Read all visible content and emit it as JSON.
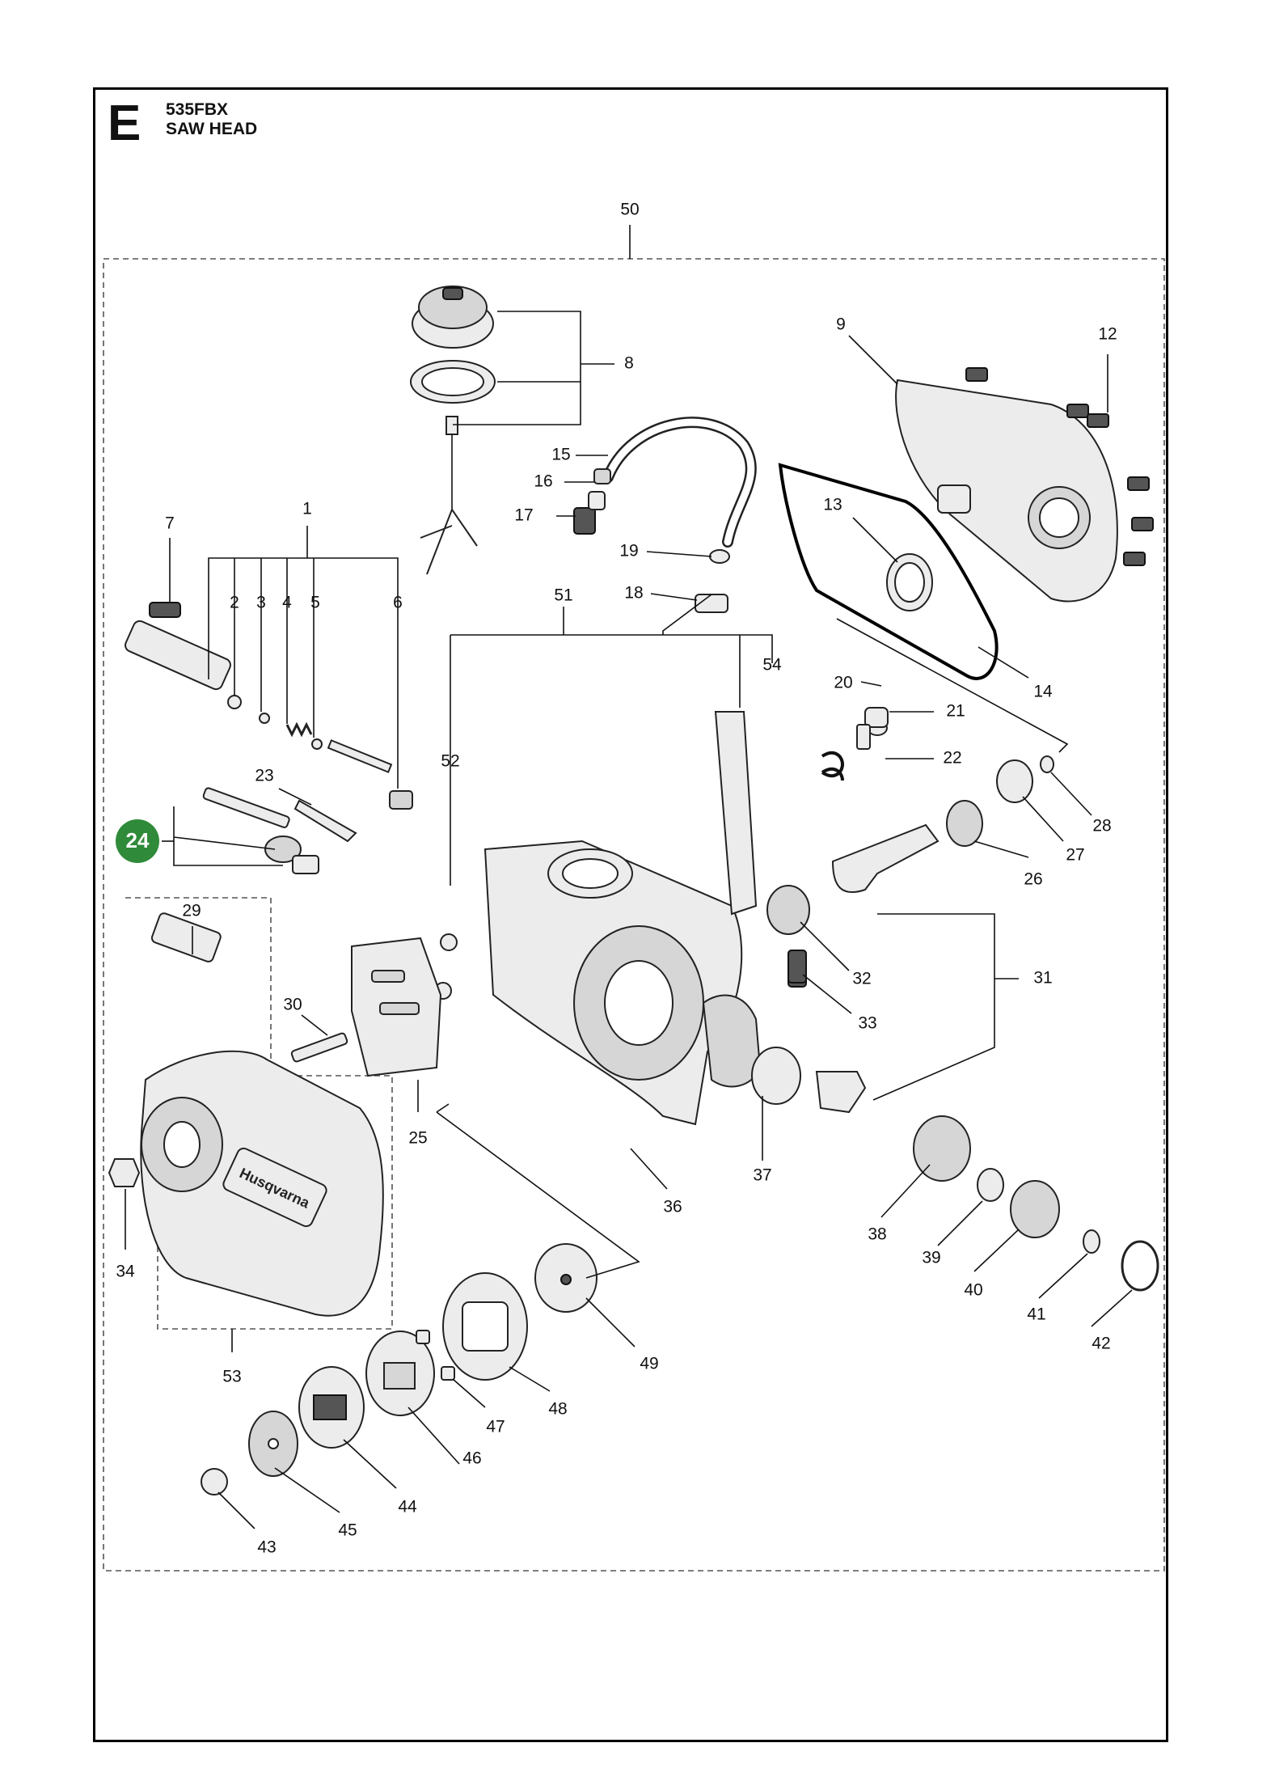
{
  "header": {
    "section_letter": "E",
    "model": "535FBX",
    "title": "SAW HEAD"
  },
  "highlighted_part": "24",
  "brand_marking": "Husqvarna",
  "callouts": {
    "p1": "1",
    "p2": "2",
    "p3": "3",
    "p4": "4",
    "p5": "5",
    "p6": "6",
    "p7": "7",
    "p8": "8",
    "p9": "9",
    "p12": "12",
    "p13": "13",
    "p14": "14",
    "p15": "15",
    "p16": "16",
    "p17": "17",
    "p18": "18",
    "p19": "19",
    "p20": "20",
    "p21": "21",
    "p22": "22",
    "p23": "23",
    "p24": "24",
    "p25": "25",
    "p26": "26",
    "p27": "27",
    "p28": "28",
    "p29": "29",
    "p30": "30",
    "p31": "31",
    "p32": "32",
    "p33": "33",
    "p34": "34",
    "p36": "36",
    "p37": "37",
    "p38": "38",
    "p39": "39",
    "p40": "40",
    "p41": "41",
    "p42": "42",
    "p43": "43",
    "p44": "44",
    "p45": "45",
    "p46": "46",
    "p47": "47",
    "p48": "48",
    "p49": "49",
    "p50": "50",
    "p51": "51",
    "p52": "52",
    "p53": "53",
    "p54": "54"
  },
  "colors": {
    "frame": "#000000",
    "highlight_badge": "#2f8a3a",
    "part_fill": "#ececec",
    "part_shade": "#d6d6d6"
  }
}
